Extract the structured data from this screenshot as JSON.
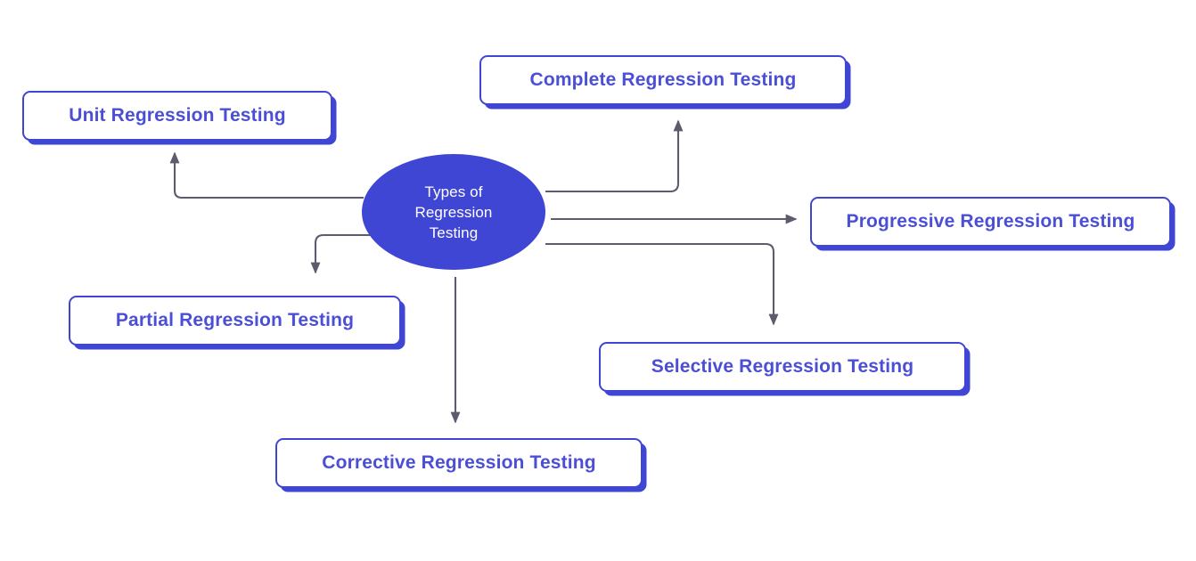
{
  "diagram": {
    "title": "Types of Regression Testing",
    "background_color": "#ffffff",
    "accent_color": "#4046d4",
    "label_text_color": "#4b4fd6",
    "connector_color": "#5d5b6e",
    "hub": {
      "label": "Types of\nRegression\nTesting",
      "shape": "ellipse",
      "fill": "#4046d4",
      "text_color": "#ffffff"
    },
    "nodes": [
      {
        "id": "unit",
        "label": "Unit Regression Testing"
      },
      {
        "id": "complete",
        "label": "Complete Regression Testing"
      },
      {
        "id": "progressive",
        "label": "Progressive Regression Testing"
      },
      {
        "id": "partial",
        "label": "Partial Regression Testing"
      },
      {
        "id": "selective",
        "label": "Selective Regression Testing"
      },
      {
        "id": "corrective",
        "label": "Corrective Regression Testing"
      }
    ],
    "connectors": [
      {
        "from": "hub",
        "to": "unit",
        "style": "elbow-up-left"
      },
      {
        "from": "hub",
        "to": "complete",
        "style": "elbow-up-right"
      },
      {
        "from": "hub",
        "to": "progressive",
        "style": "straight-right"
      },
      {
        "from": "hub",
        "to": "partial",
        "style": "elbow-down-left"
      },
      {
        "from": "hub",
        "to": "selective",
        "style": "elbow-down-right"
      },
      {
        "from": "hub",
        "to": "corrective",
        "style": "straight-down"
      }
    ]
  }
}
